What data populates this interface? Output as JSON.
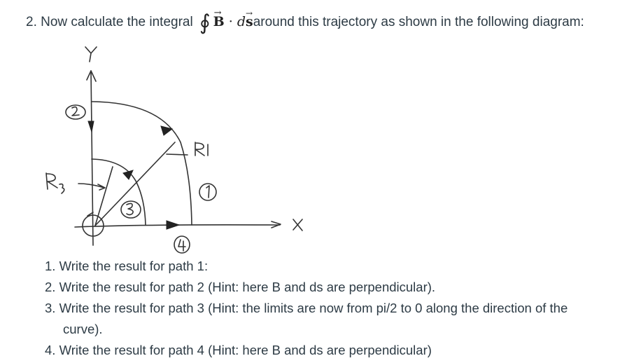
{
  "question": {
    "prefix": "2. Now calculate the integral",
    "integral_symbol": "∮",
    "vector_B": "B",
    "dot": "·",
    "d": "d",
    "vector_s": "s",
    "suffix": "around this trajectory as shown in the following diagram:"
  },
  "diagram": {
    "labels": {
      "y_axis": "Y",
      "x_axis": "X",
      "r1": "R1",
      "r3": "R3",
      "path1": "1",
      "path2": "2",
      "path3": "3",
      "path4": "4"
    },
    "stroke_color": "#333333"
  },
  "instructions": [
    {
      "number": "1.",
      "text": "Write the result for path 1:"
    },
    {
      "number": "2.",
      "text": "Write the result for path 2 (Hint: here B and ds are perpendicular)."
    },
    {
      "number": "3.",
      "text": "Write the result for path 3 (Hint: the limits are now from pi/2 to 0 along the direction of the",
      "continuation": "curve)."
    },
    {
      "number": "4.",
      "text": "Write the result for path 4 (Hint: here B and ds are perpendicular)"
    }
  ]
}
